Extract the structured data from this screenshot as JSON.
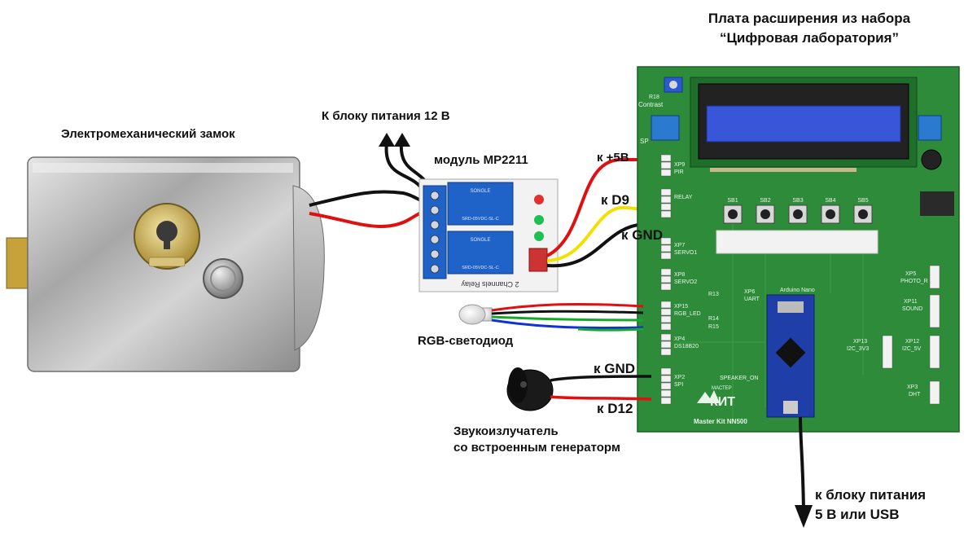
{
  "labels": {
    "lock": "Электромеханический замок",
    "power12": "К блоку питания 12 В",
    "relay_module": "модуль MP2211",
    "board_title_line1": "Плата расширения из набора",
    "board_title_line2": "“Цифровая лаборатория”",
    "to_5v": "к +5В",
    "to_d9": "к D9",
    "to_gnd_relay": "к GND",
    "rgb_led": "RGB-светодиод",
    "to_gnd_buzzer": "к GND",
    "to_d12": "к D12",
    "buzzer_line1": "Звукоизлучатель",
    "buzzer_line2": "со встроенным генераторм",
    "power5_line1": "к блоку питания",
    "power5_line2": "5 В или USB"
  },
  "relay_board_print": {
    "relay_text_1": "SONGLE",
    "relay_spec": "SRD-05VDC-SL-C",
    "silk": "2 Channels Relay"
  },
  "board_print": {
    "contrast": "Contrast",
    "r18": "R18",
    "sp": "SP",
    "xp9": "XP9",
    "pir": "PIR",
    "relay": "RELAY",
    "xp7": "XP7",
    "servo1": "SERVO1",
    "xp8": "XP8",
    "servo2": "SERVO2",
    "xp15": "XP15",
    "rgb_led": "RGB_LED",
    "xp4": "XP4",
    "ds18b20": "DS18B20",
    "xp2": "XP2",
    "spi": "SPI",
    "arduino_nano": "Arduino Nano",
    "xp6": "XP6",
    "uart": "UART",
    "speaker_on": "SPEAKER_ON",
    "xp5": "XP5",
    "photo_r": "PHOTO_R",
    "xp11": "XP11",
    "sound": "SOUND",
    "xp13": "XP13",
    "i2c_3v3": "I2C_3V3",
    "xp12": "XP12",
    "i2c_5v": "I2C_5V",
    "xp3": "XP3",
    "dht": "DHT",
    "kit_logo": "КИТ",
    "master": "МАСТЕР",
    "model": "Master Kit NN500",
    "buttons": [
      "SB1",
      "SB2",
      "SB3",
      "SB4",
      "SB5"
    ],
    "r13": "R13",
    "r14": "R14",
    "r15": "R15"
  },
  "colors": {
    "board_green": "#2e8b3a",
    "wire_red": "#e01010",
    "wire_black": "#111111",
    "wire_yellow": "#f2e000",
    "wire_green": "#16a82a",
    "wire_blue": "#1030d8",
    "lcd_blue": "#3a56d8",
    "relay_blue": "#1f62c8"
  }
}
